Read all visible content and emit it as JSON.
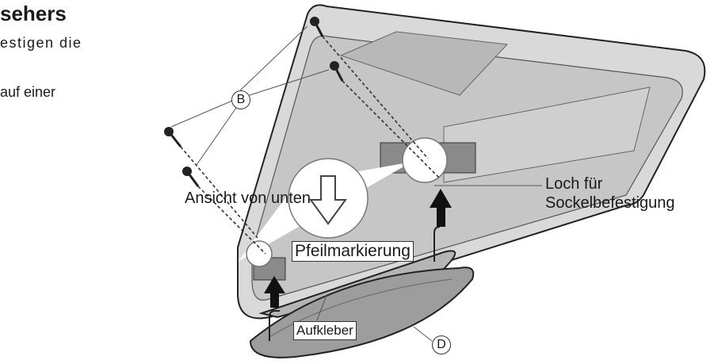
{
  "heading": "sehers",
  "intro_lines": [
    "estigen die",
    "auf einer"
  ],
  "labels": {
    "screw": "B",
    "stand": "D",
    "bottom_view": "Ansicht von unten",
    "arrow_marking": "Pfeilmarkierung",
    "hole_line1": "Loch für",
    "hole_line2": "Sockelbefestigung",
    "sticker": "Aufkleber"
  }
}
